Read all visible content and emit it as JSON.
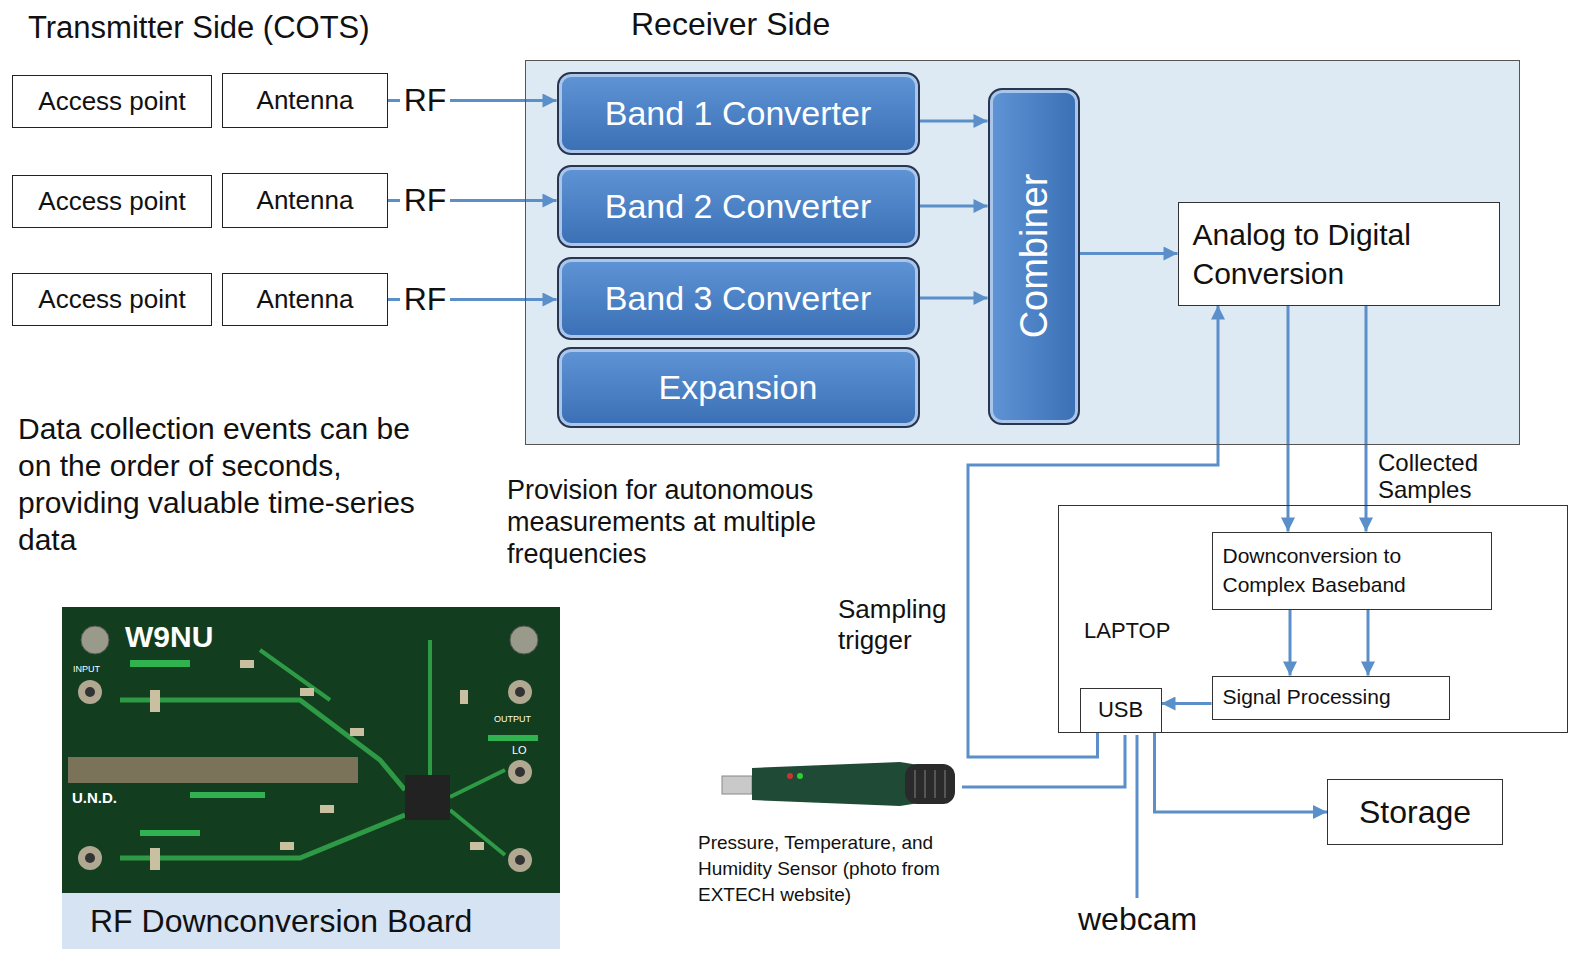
{
  "diagram": {
    "nodes": [
      {
        "text": [
          "Access point"
        ]
      },
      {
        "text": [
          "Antenna"
        ]
      },
      {
        "text": [
          "Access point"
        ]
      },
      {
        "text": [
          "Antenna"
        ]
      },
      {
        "text": [
          "Access point"
        ]
      },
      {
        "text": [
          "Antenna"
        ]
      },
      {
        "text": [
          "Receiver Side"
        ]
      },
      {
        "text": [
          "Band 1 Converter"
        ],
        "in": 6
      },
      {
        "text": [
          "Band 2 Converter"
        ],
        "in": 6
      },
      {
        "text": [
          "Band 3 Converter"
        ],
        "in": 6
      },
      {
        "text": [
          "Expansion"
        ],
        "in": 6
      },
      {
        "text": [
          "Combiner"
        ],
        "in": 6
      },
      {
        "text": [
          "Analog to Digital Conversion"
        ],
        "in": 6
      },
      {
        "text": [
          "LAPTOP"
        ]
      },
      {
        "text": [
          "Downconversion to Complex Baseband"
        ],
        "in": 13
      },
      {
        "text": [
          "Signal Processing"
        ],
        "in": 13
      },
      {
        "text": [
          "USB"
        ],
        "in": 13
      },
      {
        "text": [
          "Storage"
        ]
      },
      {
        "text": [
          "RF Downconversion Board"
        ]
      }
    ],
    "edges": [
      {
        "from": 1,
        "to": 7,
        "arrow": "to",
        "label": "RF"
      },
      {
        "from": 3,
        "to": 8,
        "arrow": "to",
        "label": "RF"
      },
      {
        "from": 5,
        "to": 9,
        "arrow": "to",
        "label": "RF"
      },
      {
        "from": 7,
        "to": 11,
        "arrow": "to"
      },
      {
        "from": 8,
        "to": 11,
        "arrow": "to"
      },
      {
        "from": 9,
        "to": 11,
        "arrow": "to"
      },
      {
        "from": 11,
        "to": 12,
        "arrow": "to"
      },
      {
        "from": 12,
        "to": 14,
        "arrow": "to"
      },
      {
        "from": 12,
        "to": 14,
        "arrow": "to",
        "label": "Collected Samples"
      },
      {
        "from": 14,
        "to": 15,
        "arrow": "to"
      },
      {
        "from": 14,
        "to": 15,
        "arrow": "to"
      },
      {
        "from": 15,
        "to": 16,
        "arrow": "to"
      },
      {
        "from": 16,
        "to": 12,
        "arrow": "to",
        "label": "Sampling trigger"
      },
      {
        "from": 16,
        "to": 17,
        "arrow": "to"
      }
    ],
    "labels": [
      "Transmitter Side (COTS)",
      "Data collection events can be on the order of seconds, providing valuable time-series data",
      "Provision for autonomous measurements at multiple frequencies",
      "Pressure, Temperature, and Humidity Sensor (photo from EXTECH website)",
      "webcam",
      "W9NU",
      "U.N.D.",
      "INPUT",
      "OUTPUT",
      "LO"
    ]
  }
}
